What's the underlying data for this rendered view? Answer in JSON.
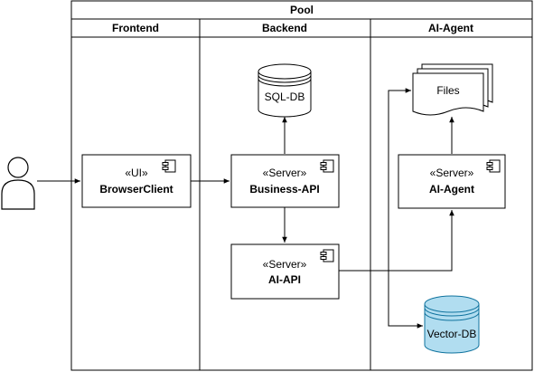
{
  "pool": {
    "title": "Pool",
    "lanes": [
      {
        "name": "Frontend"
      },
      {
        "name": "Backend"
      },
      {
        "name": "AI-Agent"
      }
    ]
  },
  "nodes": {
    "browser_client": {
      "stereotype": "«UI»",
      "name": "BrowserClient"
    },
    "business_api": {
      "stereotype": "«Server»",
      "name": "Business-API"
    },
    "ai_api": {
      "stereotype": "«Server»",
      "name": "AI-API"
    },
    "ai_agent": {
      "stereotype": "«Server»",
      "name": "AI-Agent"
    },
    "sql_db": {
      "label": "SQL-DB"
    },
    "files": {
      "label": "Files"
    },
    "vector_db": {
      "label": "Vector-DB"
    }
  },
  "colors": {
    "stroke": "#000000",
    "background": "#ffffff",
    "vector_db_fill": "#b1ddf0",
    "vector_db_stroke": "#10739e",
    "actor_fill": "#ffffff"
  }
}
